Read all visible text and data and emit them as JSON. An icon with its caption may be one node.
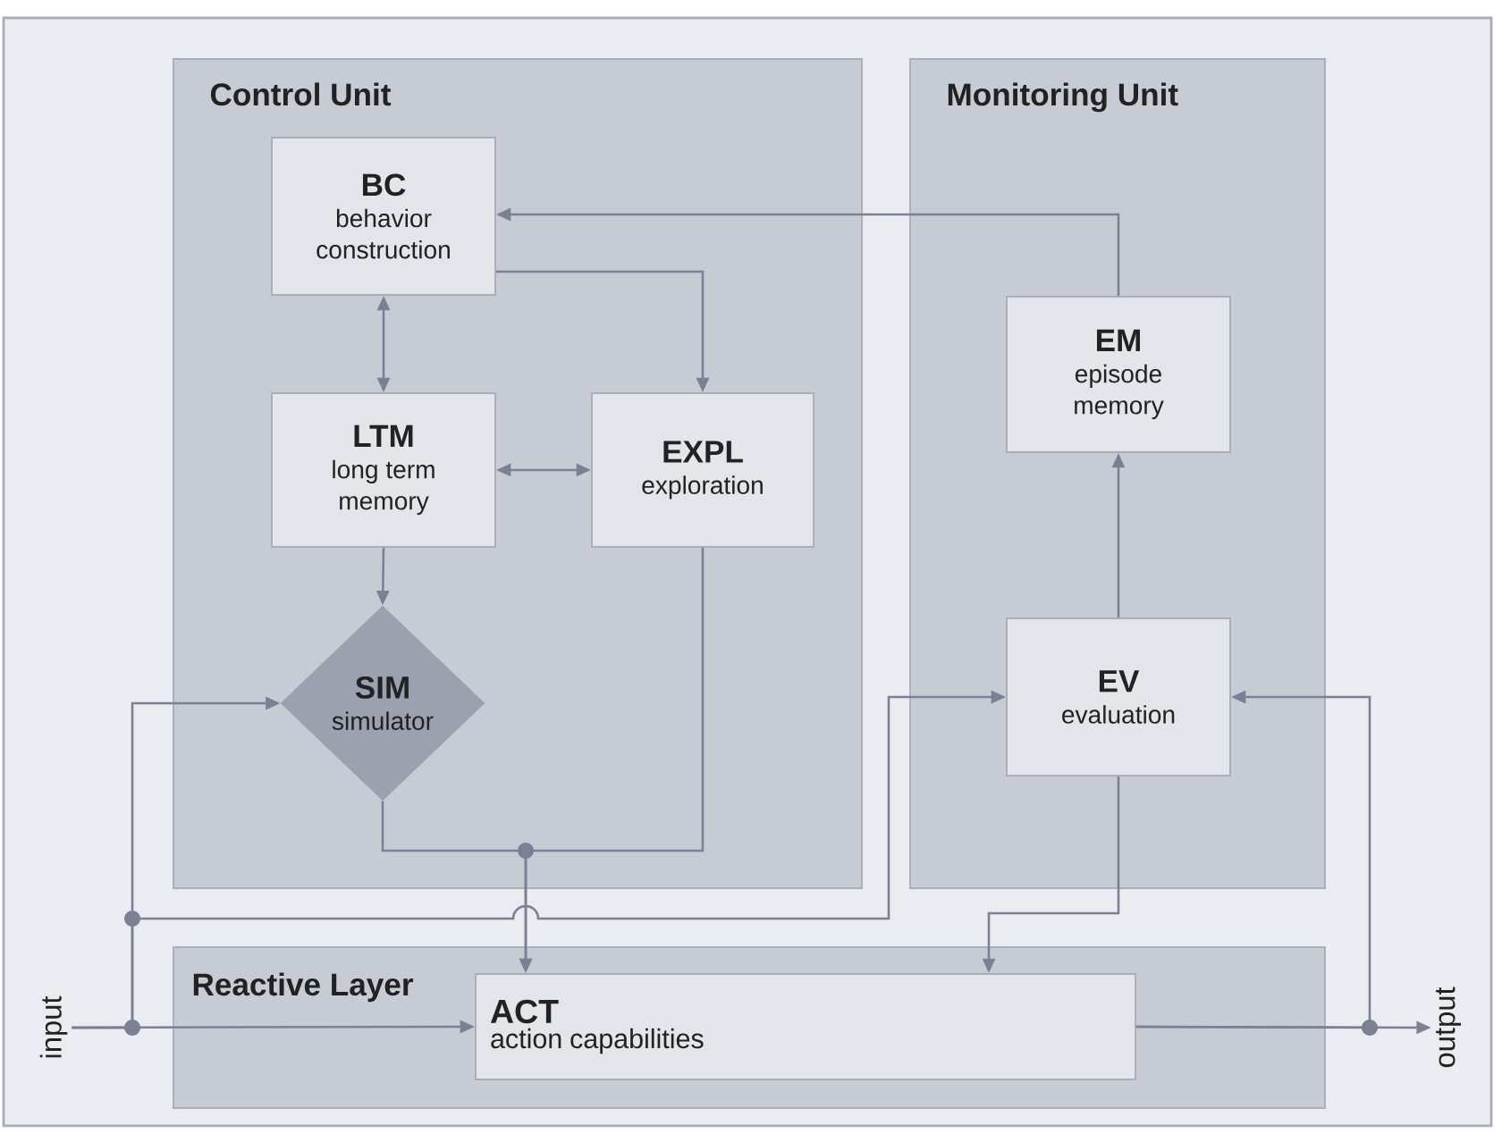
{
  "diagram": {
    "nodes": [
      {
        "text": [
          "Control Unit"
        ]
      },
      {
        "text": [
          "BC",
          "behavior construction"
        ],
        "in": 0
      },
      {
        "text": [
          "LTM",
          "long term memory"
        ],
        "in": 0
      },
      {
        "text": [
          "EXPL",
          "exploration"
        ],
        "in": 0
      },
      {
        "text": [
          "SIM",
          "simulator"
        ],
        "in": 0
      },
      {
        "text": [
          "Monitoring Unit"
        ]
      },
      {
        "text": [
          "EM",
          "episode memory"
        ],
        "in": 5
      },
      {
        "text": [
          "EV",
          "evaluation"
        ],
        "in": 5
      },
      {
        "text": [
          "Reactive Layer"
        ]
      },
      {
        "text": [
          "ACT",
          "action capabilities"
        ],
        "in": 8
      },
      {
        "text": [
          "input"
        ]
      },
      {
        "text": [
          "output"
        ]
      }
    ],
    "edges": [
      {
        "from": 1,
        "to": 2,
        "arrow": "both"
      },
      {
        "from": 2,
        "to": 3,
        "arrow": "both"
      },
      {
        "from": 1,
        "to": 3,
        "arrow": "to"
      },
      {
        "from": 2,
        "to": 4,
        "arrow": "to"
      },
      {
        "from": 4,
        "to": 9,
        "arrow": "to"
      },
      {
        "from": 3,
        "to": 9,
        "arrow": "to"
      },
      {
        "from": 6,
        "to": 1,
        "arrow": "to"
      },
      {
        "from": 7,
        "to": 6,
        "arrow": "to"
      },
      {
        "from": 7,
        "to": 9,
        "arrow": "to"
      },
      {
        "from": 10,
        "to": 4,
        "arrow": "to"
      },
      {
        "from": 10,
        "to": 7,
        "arrow": "to"
      },
      {
        "from": 10,
        "to": 9,
        "arrow": "to"
      },
      {
        "from": 9,
        "to": 11,
        "arrow": "to"
      },
      {
        "from": 9,
        "to": 7,
        "arrow": "to"
      }
    ]
  }
}
